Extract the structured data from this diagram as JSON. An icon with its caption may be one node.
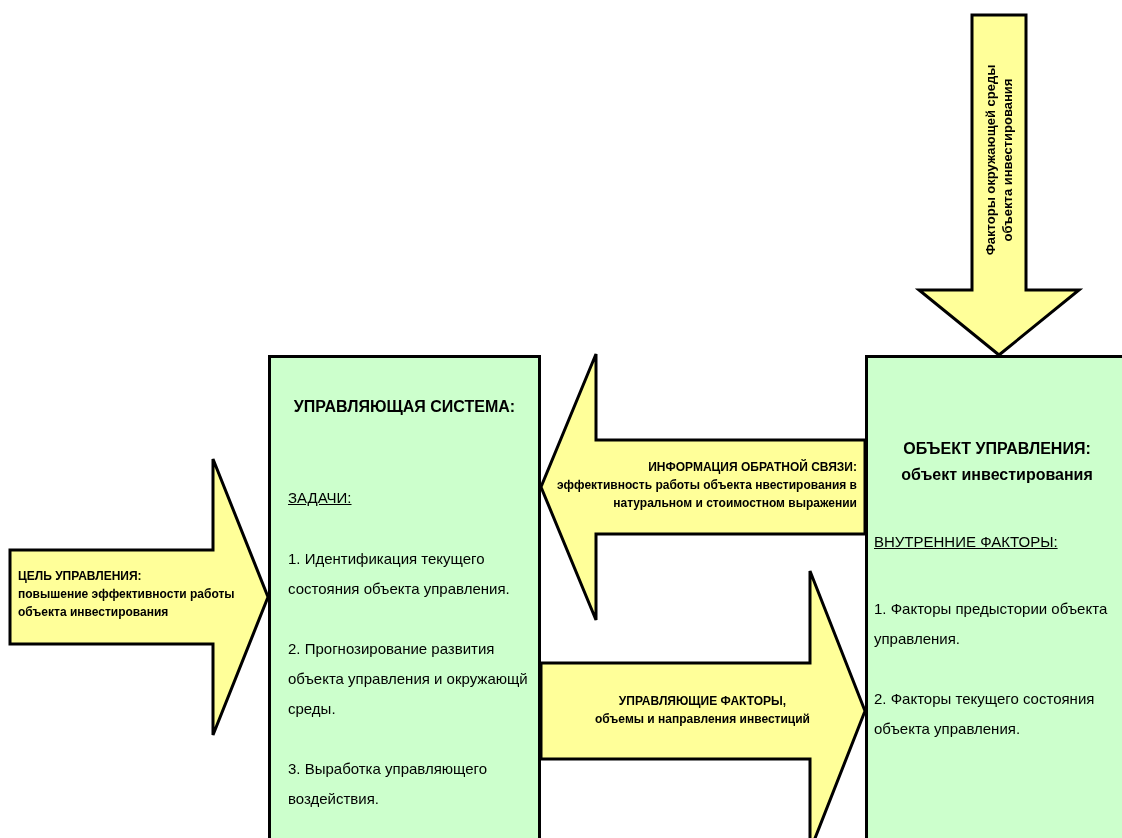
{
  "diagram": {
    "nodes": [
      {
        "text": [
          "УПРАВЛЯЮЩАЯ СИСТЕМА:",
          "ЗАДАЧИ:",
          "1. Идентификация текущего состояния объекта управления.",
          "2. Прогнозирование развития объекта управления и окружающй среды.",
          "3. Выработка управляющего воздействия."
        ]
      },
      {
        "text": [
          "ОБЪЕКТ УПРАВЛЕНИЯ:",
          "объект инвестирования",
          "ВНУТРЕННИЕ ФАКТОРЫ:",
          "1. Факторы предыстории объекта управления.",
          "2. Факторы текущего состояния объекта управления."
        ]
      }
    ],
    "edges": [
      {
        "from": null,
        "to": 0,
        "arrow": "to",
        "label": "ЦЕЛЬ УПРАВЛЕНИЯ: повышение эффективности работы объекта инвестирования"
      },
      {
        "from": 1,
        "to": 0,
        "arrow": "to",
        "label": "ИНФОРМАЦИЯ ОБРАТНОЙ СВЯЗИ: эффективность работы объекта нвестирования в натуральном и стоимостном выражении"
      },
      {
        "from": 0,
        "to": 1,
        "arrow": "to",
        "label": "УПРАВЛЯЮЩИЕ ФАКТОРЫ, объемы и направления инвестиций"
      },
      {
        "from": null,
        "to": 1,
        "arrow": "to",
        "label": "Факторы окружающей среды объекта инвестирования"
      }
    ]
  }
}
